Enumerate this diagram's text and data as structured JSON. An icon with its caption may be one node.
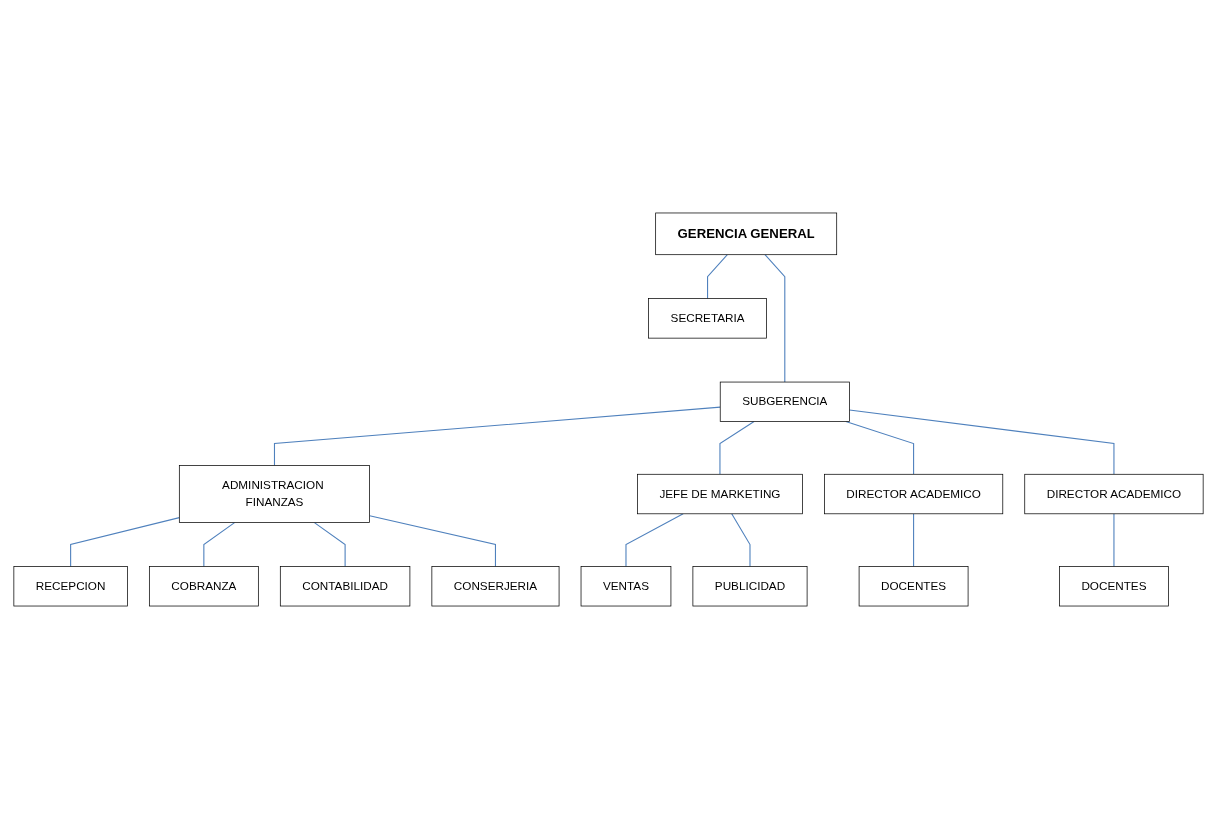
{
  "diagram": {
    "nodes": [
      {
        "text": [
          "GERENCIA GENERAL"
        ]
      },
      {
        "text": [
          "SECRETARIA"
        ]
      },
      {
        "text": [
          "SUBGERENCIA"
        ]
      },
      {
        "text": [
          "ADMINISTRACION FINANZAS"
        ]
      },
      {
        "text": [
          "JEFE DE MARKETING"
        ]
      },
      {
        "text": [
          "DIRECTOR ACADEMICO"
        ]
      },
      {
        "text": [
          "DIRECTOR ACADEMICO"
        ]
      },
      {
        "text": [
          "RECEPCION"
        ]
      },
      {
        "text": [
          "COBRANZA"
        ]
      },
      {
        "text": [
          "VENTAS"
        ]
      },
      {
        "text": [
          "PUBLICIDAD"
        ]
      },
      {
        "text": [
          "DOCENTES"
        ]
      },
      {
        "text": [
          "DOCENTES"
        ]
      },
      {
        "text": [
          "CONTABILIDAD"
        ]
      },
      {
        "text": [
          "CONSERJERIA"
        ]
      }
    ],
    "edges": [
      {
        "from": 0,
        "to": 1,
        "arrow": "none"
      },
      {
        "from": 0,
        "to": 2,
        "arrow": "none"
      },
      {
        "from": 2,
        "to": 3,
        "arrow": "none"
      },
      {
        "from": 2,
        "to": 4,
        "arrow": "none"
      },
      {
        "from": 2,
        "to": 5,
        "arrow": "none"
      },
      {
        "from": 2,
        "to": 6,
        "arrow": "none"
      },
      {
        "from": 3,
        "to": 7,
        "arrow": "none"
      },
      {
        "from": 3,
        "to": 8,
        "arrow": "none"
      },
      {
        "from": 3,
        "to": 13,
        "arrow": "none"
      },
      {
        "from": 3,
        "to": 14,
        "arrow": "none"
      },
      {
        "from": 4,
        "to": 9,
        "arrow": "none"
      },
      {
        "from": 4,
        "to": 10,
        "arrow": "none"
      },
      {
        "from": 5,
        "to": 11,
        "arrow": "none"
      },
      {
        "from": 6,
        "to": 12,
        "arrow": "none"
      }
    ]
  }
}
